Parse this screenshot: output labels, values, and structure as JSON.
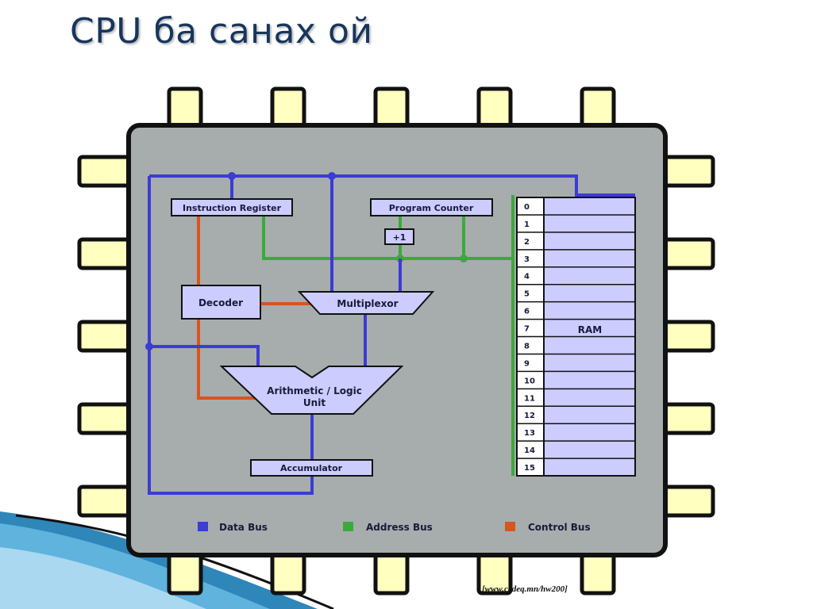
{
  "slide": {
    "title": "CPU ба санах ой",
    "source": "[www.cedeq.mn/hw200]"
  },
  "diagram": {
    "components": {
      "instruction_register": "Instruction Register",
      "program_counter": "Program Counter",
      "increment": "+1",
      "decoder": "Decoder",
      "multiplexor": "Multiplexor",
      "alu_line1": "Arithmetic / Logic",
      "alu_line2": "Unit",
      "accumulator": "Accumulator",
      "ram": "RAM"
    },
    "ram_addresses": [
      "0",
      "1",
      "2",
      "3",
      "4",
      "5",
      "6",
      "7",
      "8",
      "9",
      "10",
      "11",
      "12",
      "13",
      "14",
      "15"
    ],
    "legend": [
      {
        "label": "Data Bus",
        "color": "#3b3bd6"
      },
      {
        "label": "Address Bus",
        "color": "#3aaa3a"
      },
      {
        "label": "Control Bus",
        "color": "#d9541e"
      }
    ],
    "colors": {
      "chip_body": "#a7adad",
      "pin": "#ffffc0",
      "box_fill": "#ccccff",
      "data_bus": "#3b3bd6",
      "address_bus": "#3aaa3a",
      "control_bus": "#d9541e"
    }
  }
}
